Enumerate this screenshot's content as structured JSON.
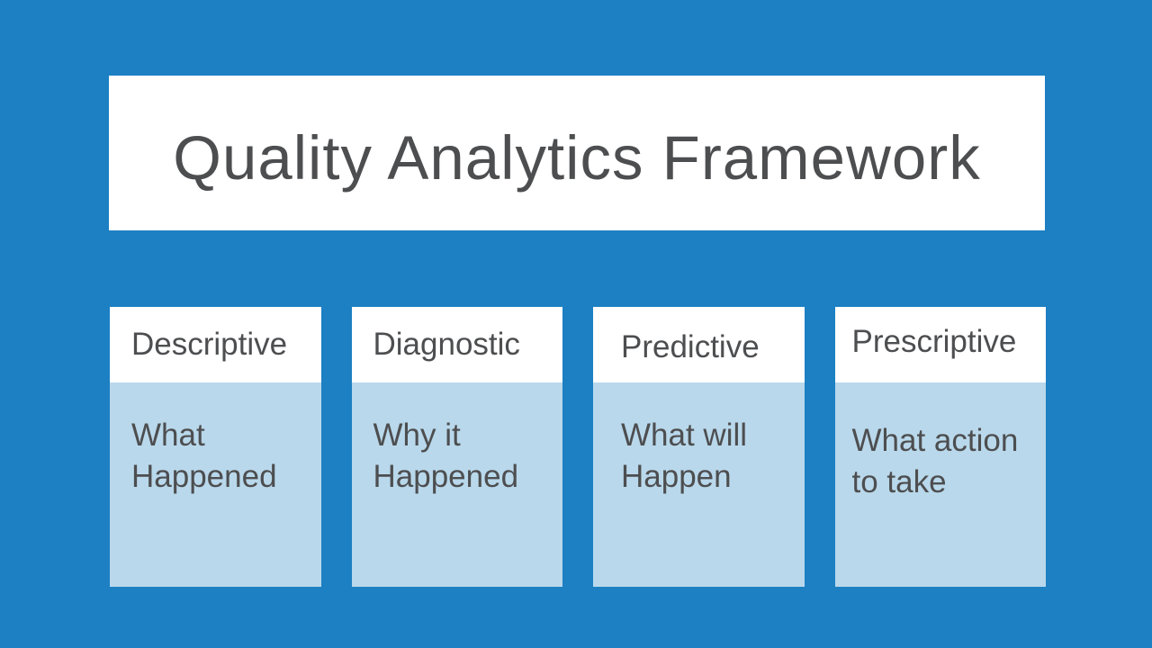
{
  "slide": {
    "title": "Quality Analytics Framework",
    "cards": [
      {
        "label": "Descriptive",
        "description": "What Happened"
      },
      {
        "label": "Diagnostic",
        "description": "Why it Happened"
      },
      {
        "label": "Predictive",
        "description": "What will Happen"
      },
      {
        "label": "Prescriptive",
        "description": "What action to take"
      }
    ],
    "colors": {
      "background": "#1c80c3",
      "panel": "#ffffff",
      "card_body": "#b9d8eb",
      "text": "#4d4e50"
    }
  }
}
